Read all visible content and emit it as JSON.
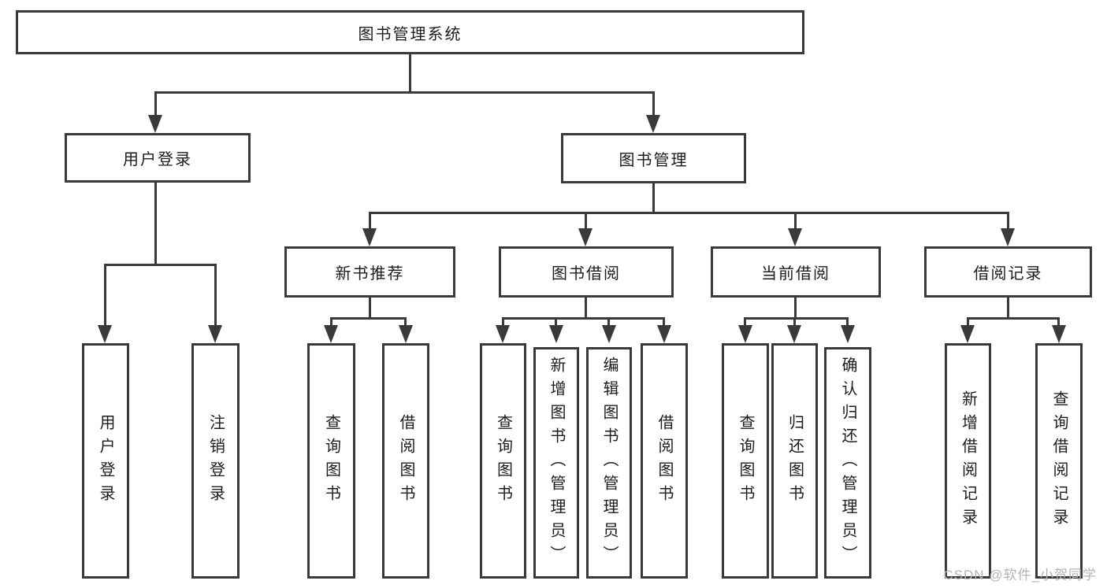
{
  "diagram_type": "hierarchy-tree",
  "tree": {
    "label": "图书管理系统",
    "children": [
      {
        "label": "用户登录",
        "children": [
          {
            "label": "用户登录"
          },
          {
            "label": "注销登录"
          }
        ]
      },
      {
        "label": "图书管理",
        "children": [
          {
            "label": "新书推荐",
            "children": [
              {
                "label": "查询图书"
              },
              {
                "label": "借阅图书"
              }
            ]
          },
          {
            "label": "图书借阅",
            "children": [
              {
                "label": "查询图书"
              },
              {
                "label": "新增图书（管理员）"
              },
              {
                "label": "编辑图书（管理员）"
              },
              {
                "label": "借阅图书"
              }
            ]
          },
          {
            "label": "当前借阅",
            "children": [
              {
                "label": "查询图书"
              },
              {
                "label": "归还图书"
              },
              {
                "label": "确认归还（管理员）"
              }
            ]
          },
          {
            "label": "借阅记录",
            "children": [
              {
                "label": "新增借阅记录"
              },
              {
                "label": "查询借阅记录"
              }
            ]
          }
        ]
      }
    ]
  },
  "watermark": {
    "text": "CSDN @软件_小贺同学"
  },
  "colors": {
    "line": "#3a3a3a",
    "text": "#1c1c1c",
    "background": "#ffffff",
    "watermark": "#b4b4b4"
  }
}
